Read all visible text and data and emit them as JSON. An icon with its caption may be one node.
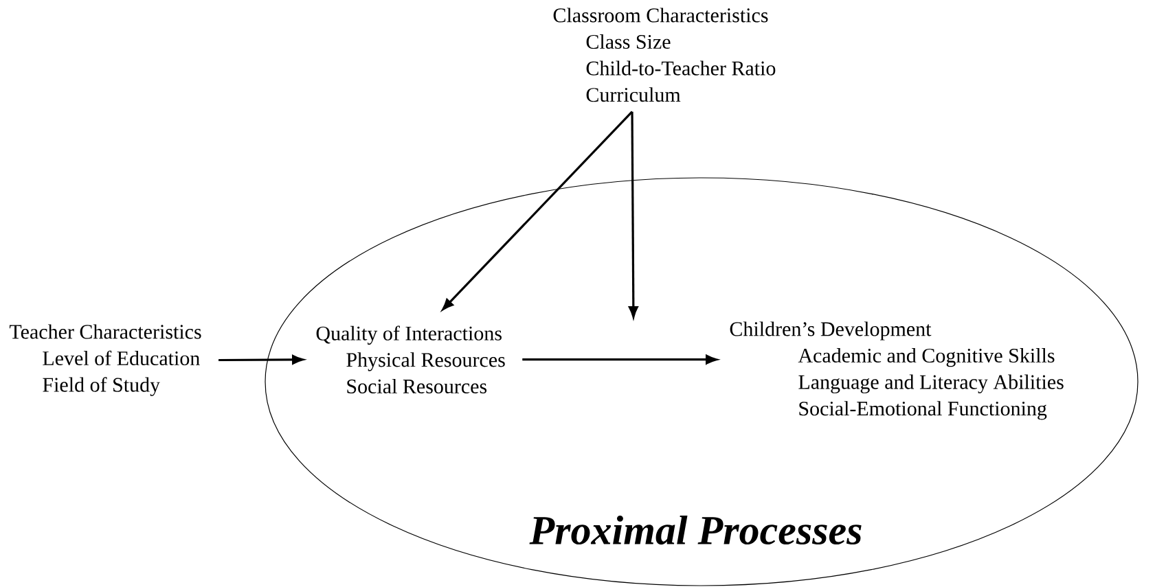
{
  "diagram": {
    "nodes": [
      {
        "text": [
          "Classroom Characteristics",
          "Class Size",
          "Child-to-Teacher Ratio",
          "Curriculum"
        ]
      },
      {
        "text": [
          "Teacher Characteristics",
          "Level of Education",
          "Field of Study"
        ]
      },
      {
        "text": [
          "Proximal Processes"
        ]
      },
      {
        "text": [
          "Quality of Interactions",
          "Physical Resources",
          "Social Resources"
        ],
        "in": 2
      },
      {
        "text": [
          "Children’s Development",
          "Academic and Cognitive Skills",
          "Language and Literacy Abilities",
          "Social-Emotional Functioning"
        ],
        "in": 2
      }
    ],
    "edges": [
      {
        "from": 1,
        "to": 3,
        "arrow": "to"
      },
      {
        "from": 3,
        "to": 4,
        "arrow": "to"
      },
      {
        "from": 0,
        "to": 3,
        "arrow": "to"
      },
      {
        "from": 0,
        "to": null,
        "arrow": "to"
      }
    ]
  }
}
